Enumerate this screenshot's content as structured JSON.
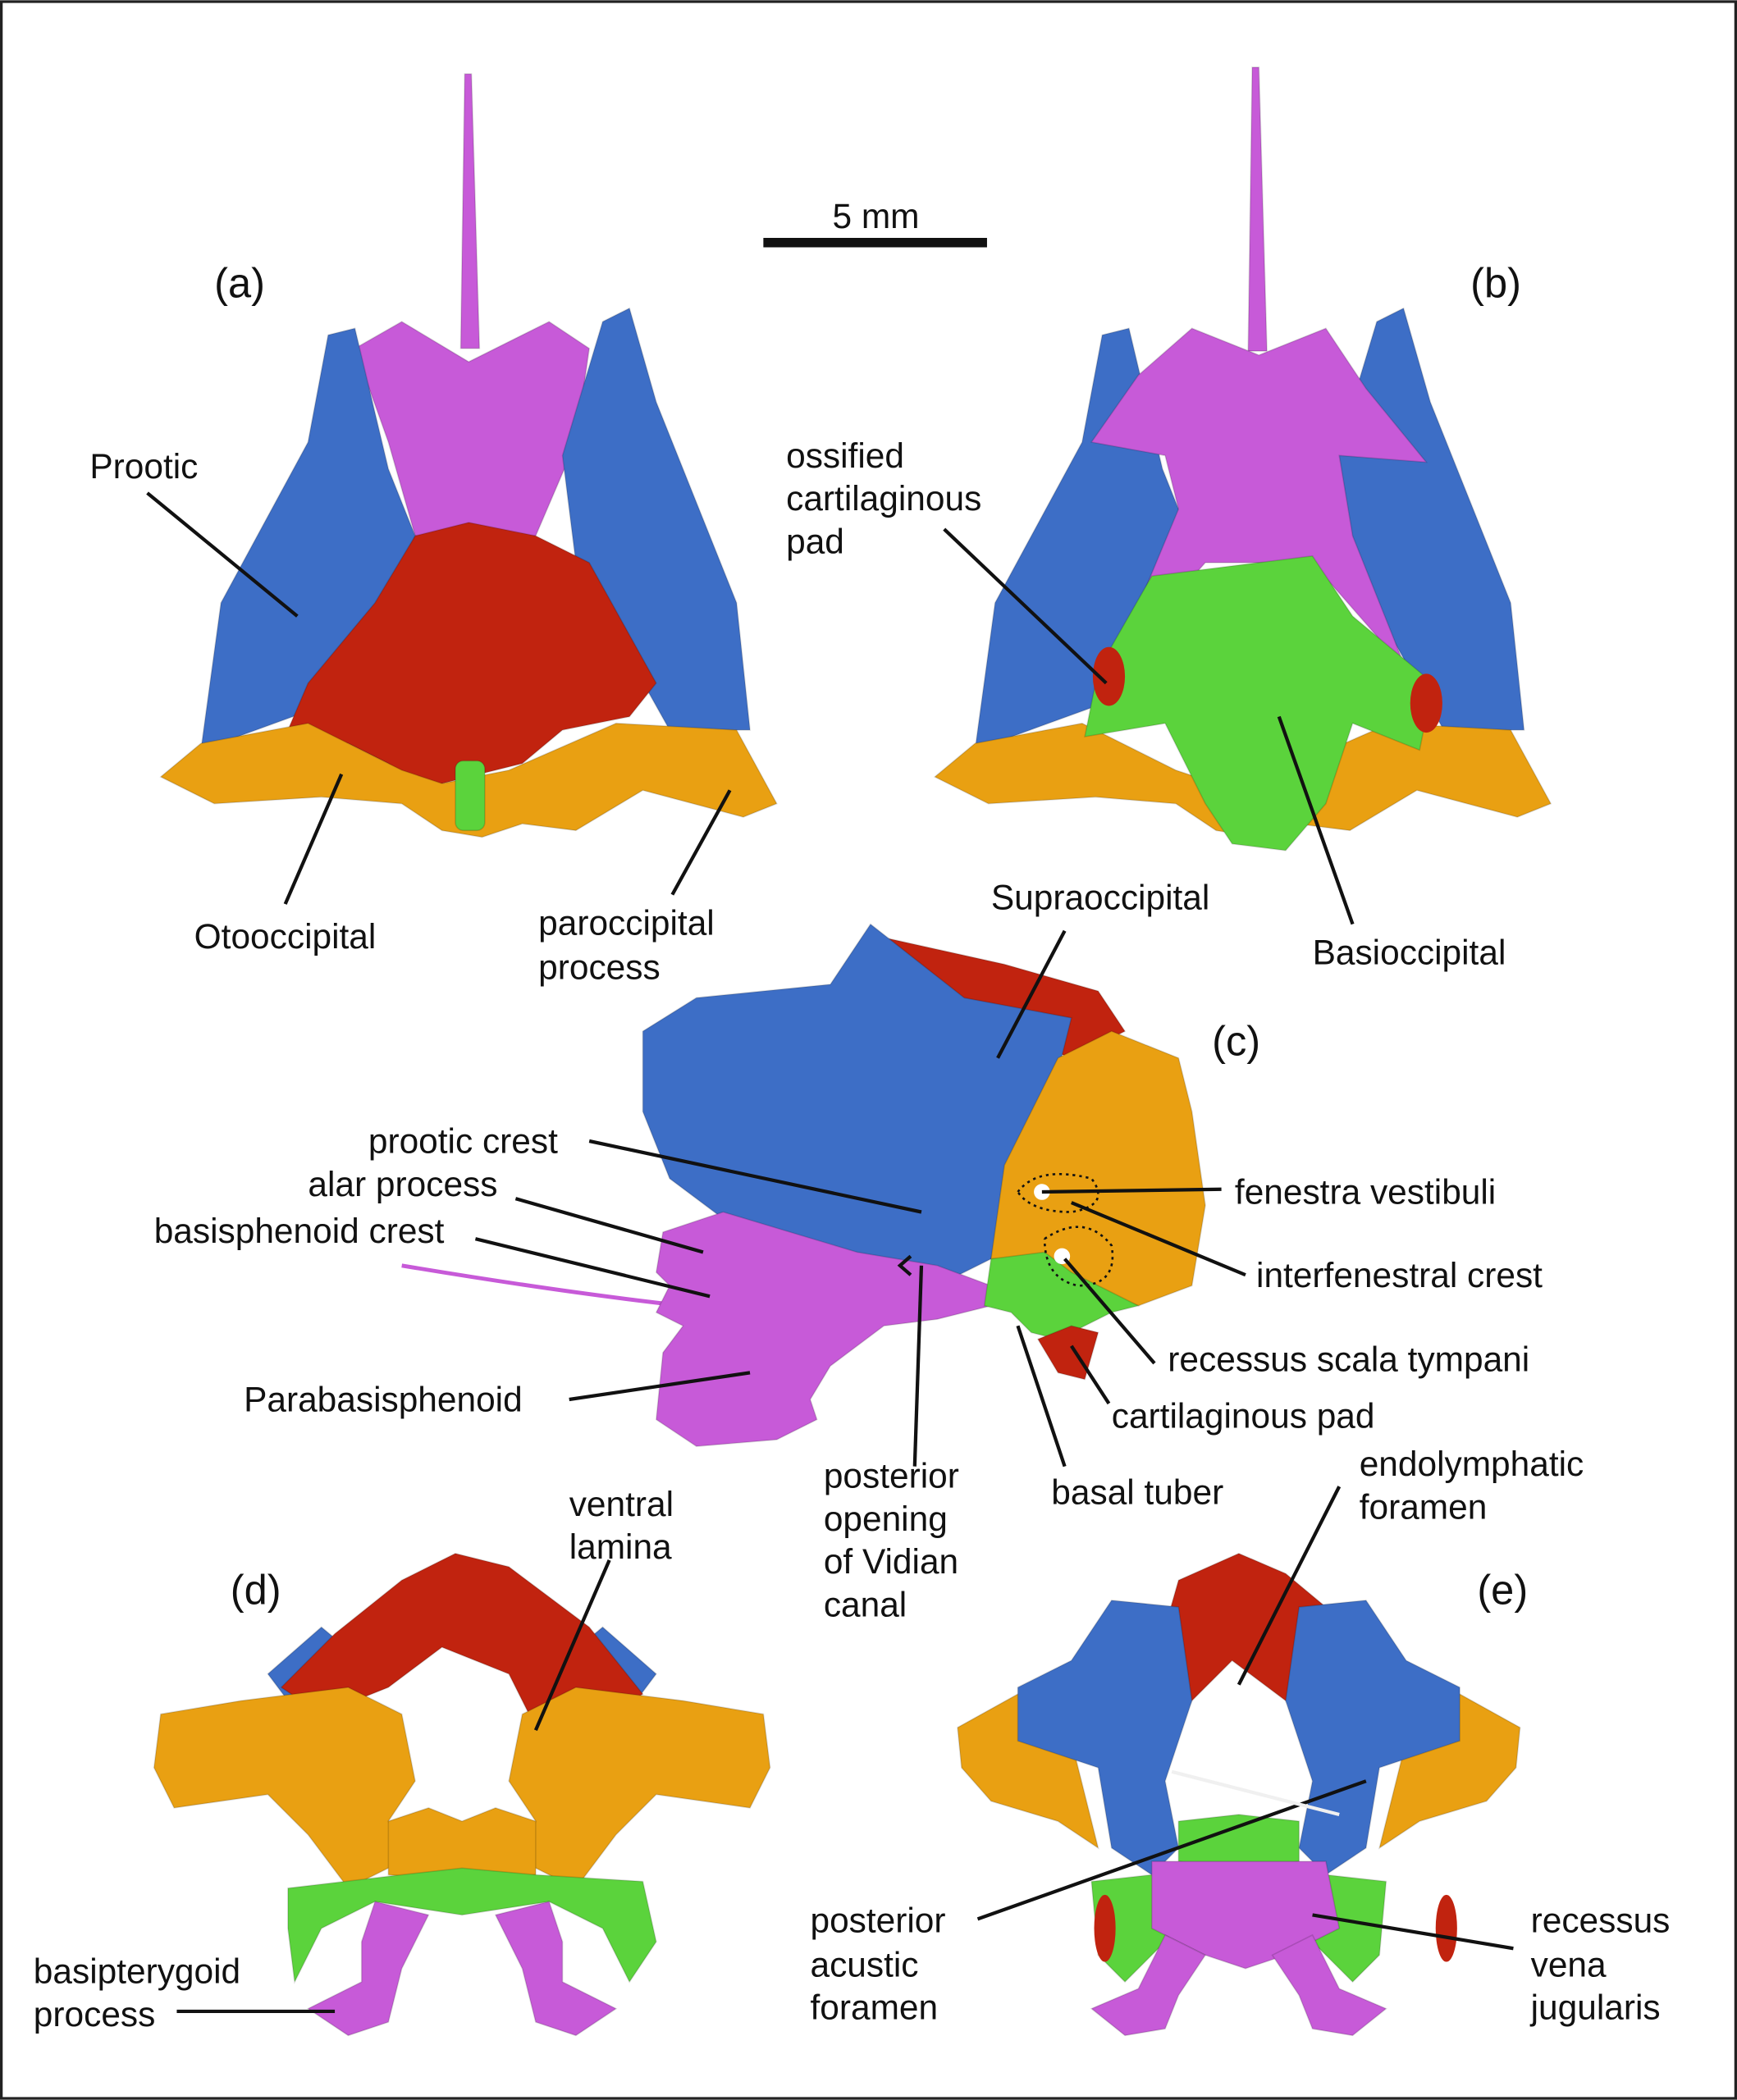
{
  "scale_bar": {
    "label": "5 mm"
  },
  "panels": {
    "a": "(a)",
    "b": "(b)",
    "c": "(c)",
    "d": "(d)",
    "e": "(e)"
  },
  "colors": {
    "prootic": "#3d6ec6",
    "parabasisphenoid": "#c75ad8",
    "supraoccipital": "#c1230f",
    "otooccipital": "#e9a012",
    "basioccipital": "#5bd33c"
  },
  "labels": {
    "prootic": "Prootic",
    "otooccipital": "Otooccipital",
    "paroccipital": [
      "paroccipital",
      "process"
    ],
    "ossified_pad": [
      "ossified",
      "cartilaginous",
      "pad"
    ],
    "supraoccipital": "Supraoccipital",
    "basioccipital": "Basioccipital",
    "prootic_crest": "prootic crest",
    "alar_process": "alar process",
    "basisphenoid_crest": "basisphenoid crest",
    "parabasisphenoid": "Parabasisphenoid",
    "vidian": [
      "posterior",
      "opening",
      "of Vidian",
      "canal"
    ],
    "basal_tuber": "basal tuber",
    "fenestra_vestibuli": "fenestra vestibuli",
    "interfenestral_crest": "interfenestral crest",
    "recessus_scala": "recessus scala tympani",
    "cartilaginous_pad": "cartilaginous pad",
    "ventral_lamina": [
      "ventral",
      "lamina"
    ],
    "endolymphatic": [
      "endolymphatic",
      "foramen"
    ],
    "basipterygoid": [
      "basipterygoid",
      "process"
    ],
    "acustic": [
      "posterior",
      "acustic",
      "foramen"
    ],
    "vena_jugularis": [
      "recessus",
      "vena",
      "jugularis"
    ]
  }
}
